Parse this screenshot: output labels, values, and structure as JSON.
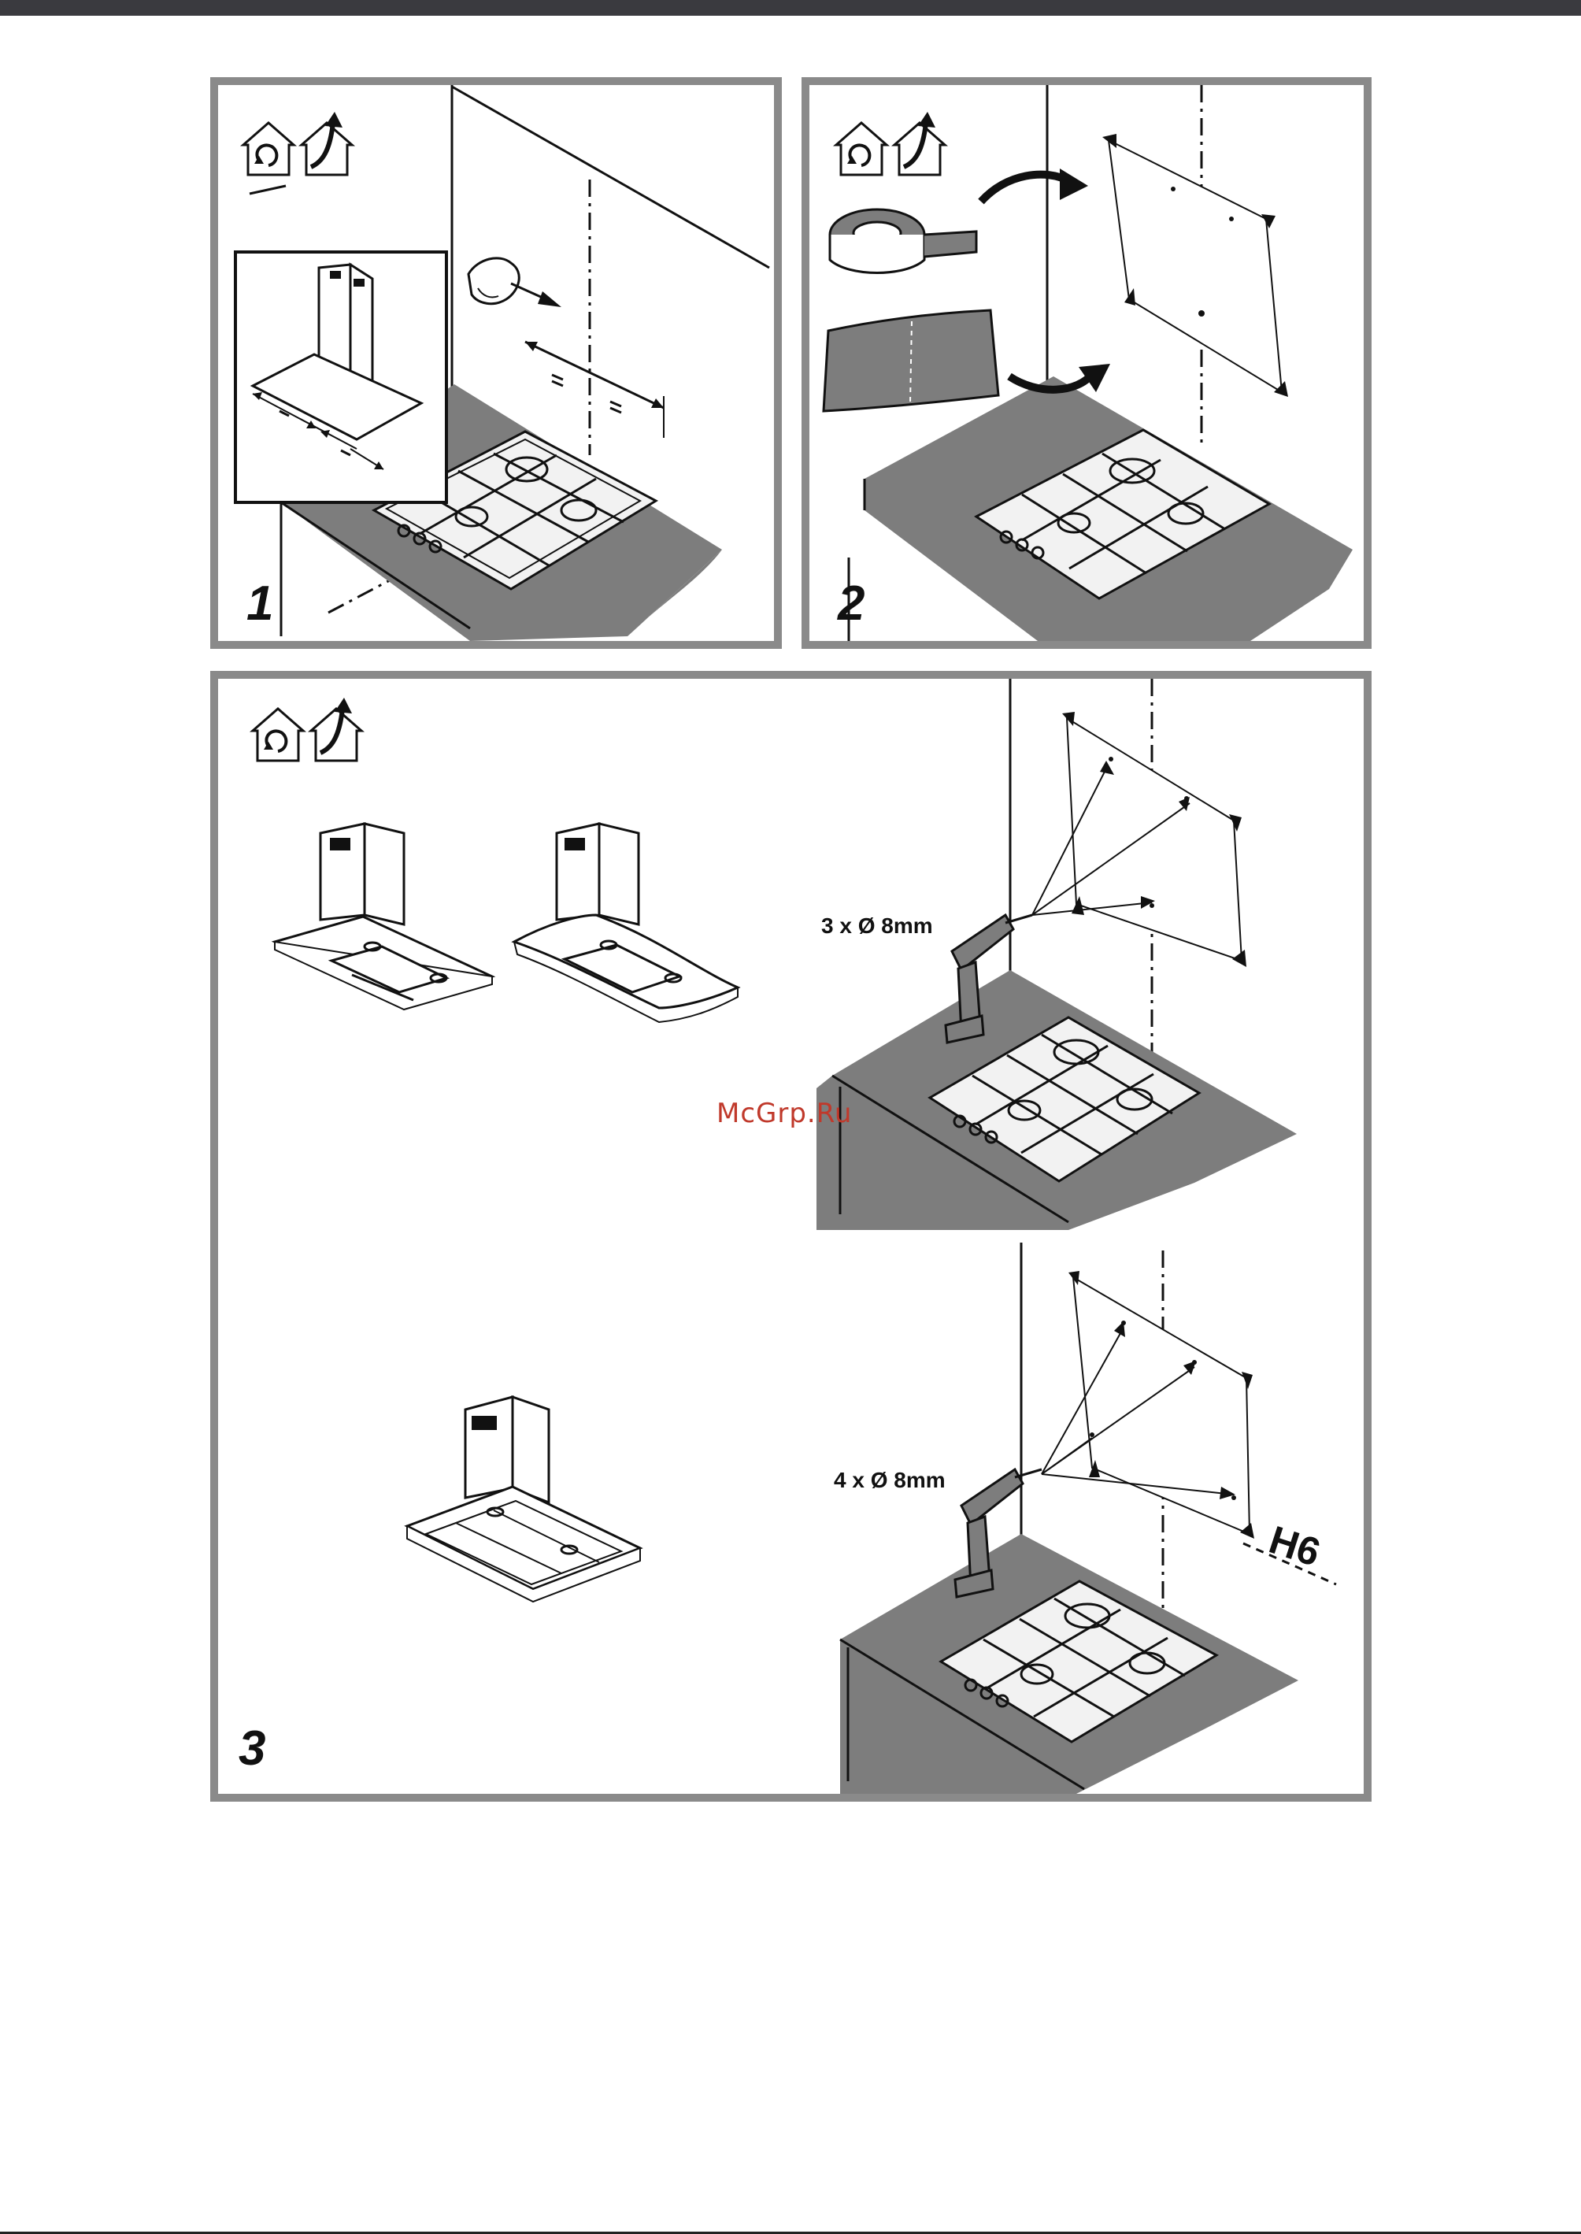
{
  "panels": [
    {
      "step": "1"
    },
    {
      "step": "2"
    },
    {
      "step": "3"
    }
  ],
  "drill_labels": {
    "three_holes": "3 x Ø 8mm",
    "four_holes": "4 x Ø 8mm"
  },
  "height_marker": "H6",
  "watermark": "McGrp.Ru",
  "icons": [
    "recirculation-mode-icon",
    "extraction-mode-icon"
  ],
  "colors": {
    "frame": "#8a8a8a",
    "worktop": "#7d7d7d",
    "top_bar": "#3a3a3f",
    "watermark": "#c0392b"
  }
}
